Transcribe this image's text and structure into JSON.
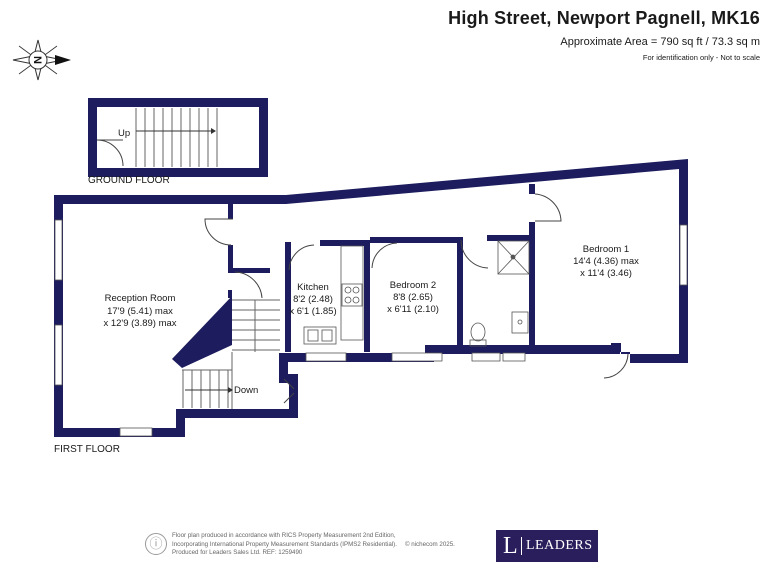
{
  "header": {
    "title": "High Street, Newport Pagnell, MK16",
    "area": "Approximate Area = 790 sq ft / 73.3 sq m",
    "note": "For identification only - Not to scale"
  },
  "compass": {
    "letter": "N",
    "icon": "compass-icon"
  },
  "floors": [
    {
      "label": "GROUND FLOOR",
      "stairs_label": "Up"
    },
    {
      "label": "FIRST FLOOR",
      "stairs_label": "Down",
      "rooms": {
        "reception": {
          "name": "Reception Room",
          "dim1": "17'9 (5.41) max",
          "dim2": "x 12'9 (3.89) max"
        },
        "kitchen": {
          "name": "Kitchen",
          "dim1": "8'2 (2.48)",
          "dim2": "x 6'1 (1.85)"
        },
        "bedroom2": {
          "name": "Bedroom 2",
          "dim1": "8'8 (2.65)",
          "dim2": "x 6'11 (2.10)"
        },
        "bedroom1": {
          "name": "Bedroom 1",
          "dim1": "14'4 (4.36) max",
          "dim2": "x 11'4 (3.46)"
        }
      }
    }
  ],
  "footer": {
    "line1": "Floor plan produced in accordance with RICS Property Measurement 2nd Edition,",
    "line2": "Incorporating International Property Measurement Standards (IPMS2 Residential).",
    "copyright": "© nichecom 2025.",
    "line3": "Produced for Leaders Sales Ltd.   REF: 1259490",
    "info_icon": "info-icon"
  },
  "logo": {
    "letter": "L",
    "wordmark": "LEADERS",
    "background": "#2b1e5c"
  },
  "colors": {
    "wall": "#1c1c5e",
    "line": "#444444"
  }
}
